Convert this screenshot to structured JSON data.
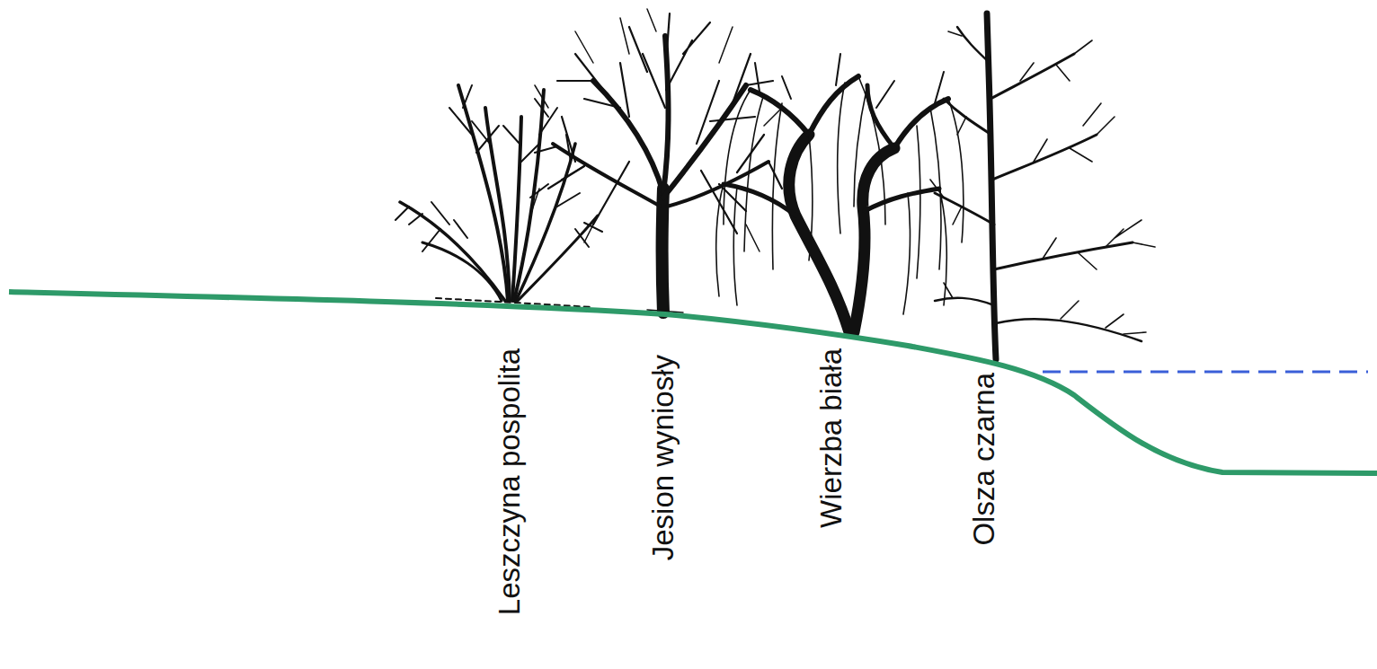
{
  "diagram": {
    "labels": [
      "Leszczyna pospolita",
      "Jesion wyniosły",
      "Wierzba biała",
      "Olsza czarna"
    ]
  }
}
